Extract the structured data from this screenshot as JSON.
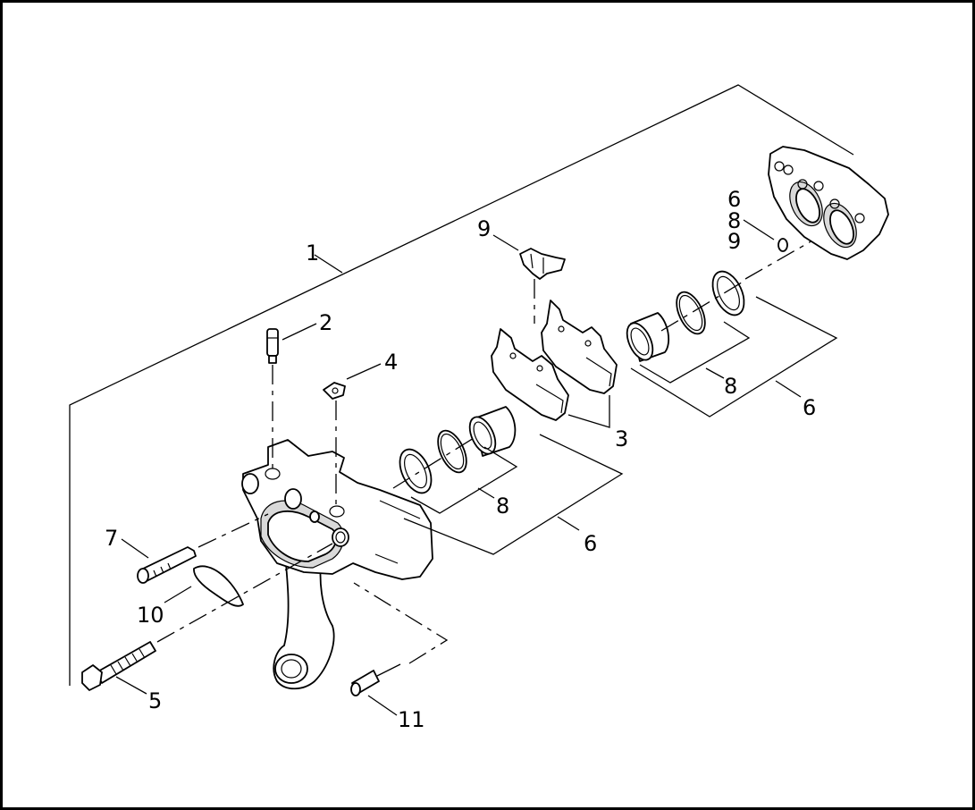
{
  "diagram": {
    "callouts": [
      {
        "id": "c1",
        "text": "1"
      },
      {
        "id": "c2",
        "text": "2"
      },
      {
        "id": "c3",
        "text": "3"
      },
      {
        "id": "c4",
        "text": "4"
      },
      {
        "id": "c5",
        "text": "5"
      },
      {
        "id": "c6a",
        "text": "6"
      },
      {
        "id": "c6b",
        "text": "6"
      },
      {
        "id": "c6c",
        "text": "6"
      },
      {
        "id": "c7",
        "text": "7"
      },
      {
        "id": "c8a",
        "text": "8"
      },
      {
        "id": "c8b",
        "text": "8"
      },
      {
        "id": "c8c",
        "text": "8"
      },
      {
        "id": "c9a",
        "text": "9"
      },
      {
        "id": "c9b",
        "text": "9"
      },
      {
        "id": "c10",
        "text": "10"
      },
      {
        "id": "c11",
        "text": "11"
      }
    ]
  }
}
